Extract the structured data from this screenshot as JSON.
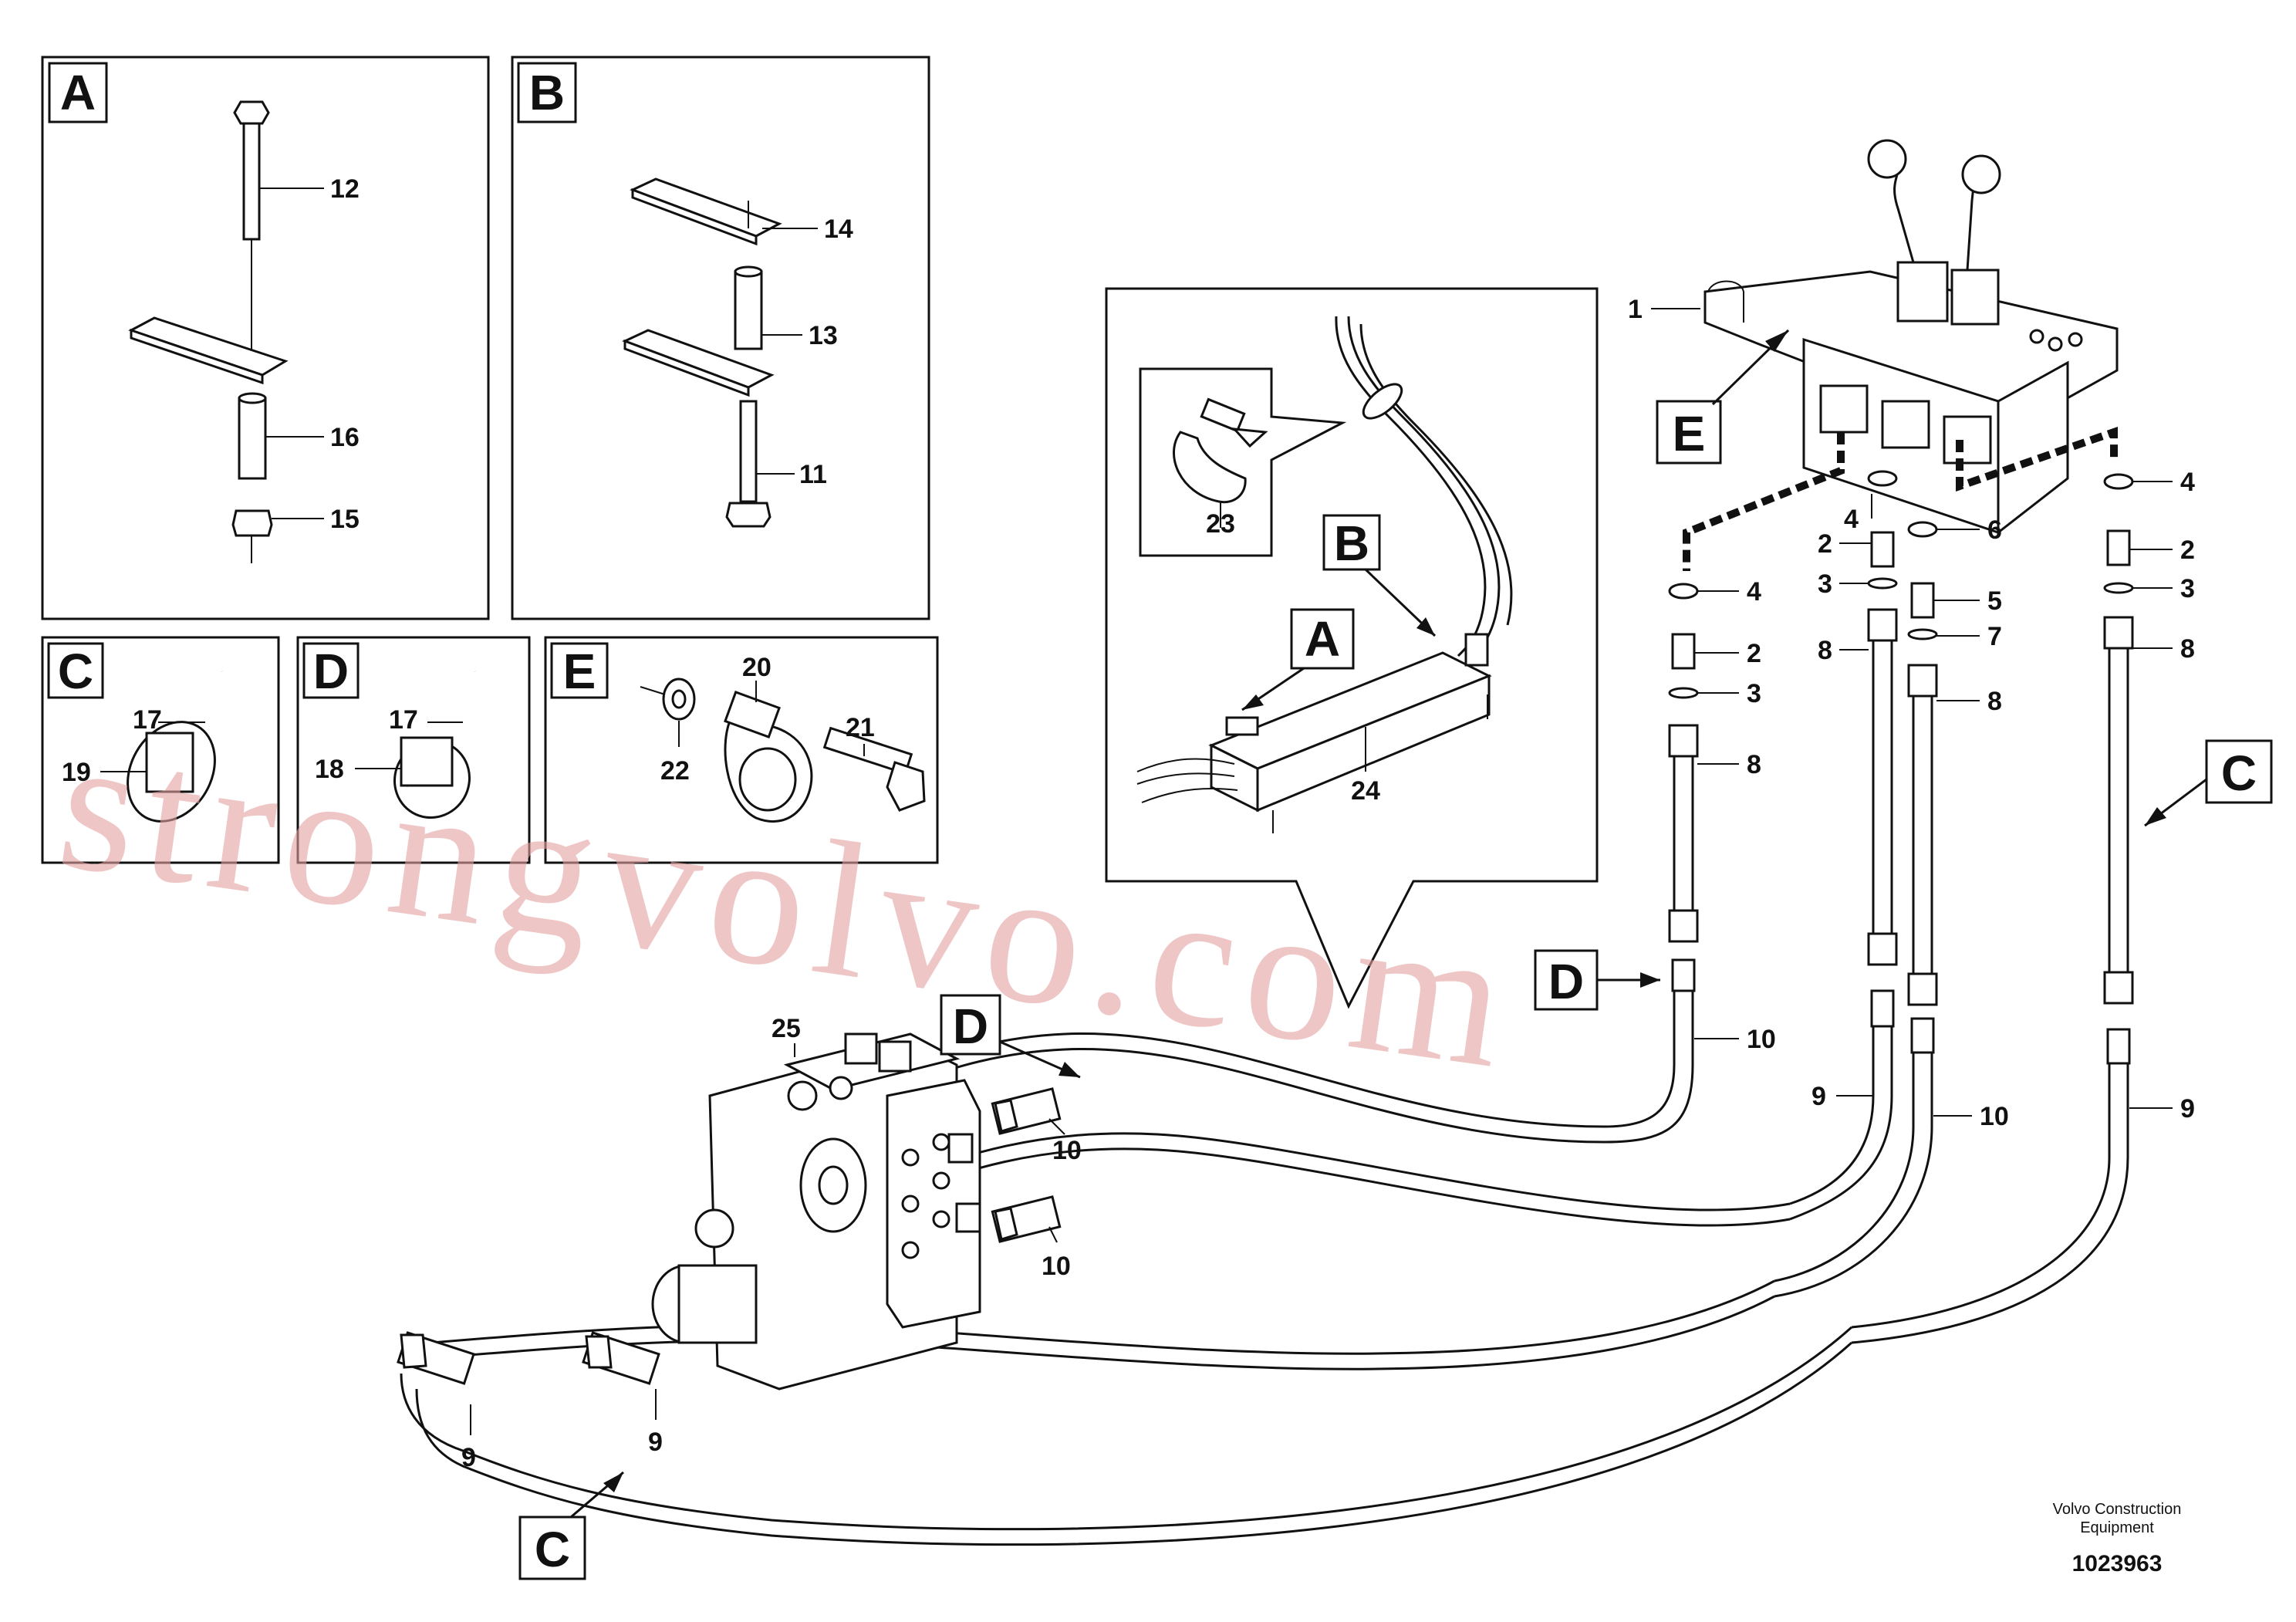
{
  "panels": {
    "A": {
      "letter": "A",
      "labels": [
        "12",
        "16",
        "15"
      ]
    },
    "B": {
      "letter": "B",
      "labels": [
        "14",
        "13",
        "11"
      ]
    },
    "C": {
      "letter": "C",
      "labels": [
        "17",
        "19"
      ]
    },
    "D": {
      "letter": "D",
      "labels": [
        "17",
        "18"
      ]
    },
    "E": {
      "letter": "E",
      "labels": [
        "20",
        "21",
        "22"
      ]
    }
  },
  "callout": {
    "labels": [
      "23",
      "24"
    ],
    "tags": [
      "B",
      "A"
    ]
  },
  "main_tags": {
    "E": "E",
    "D_right": "D",
    "D_left": "D",
    "C_right": "C",
    "C_bottom": "C"
  },
  "part_labels": {
    "p1": "1",
    "p25": "25",
    "left_col": [
      "4",
      "2",
      "3",
      "8",
      "10"
    ],
    "mid_col": [
      "4",
      "2",
      "3",
      "8",
      "9"
    ],
    "col6": [
      "6",
      "5",
      "7",
      "8",
      "10"
    ],
    "right_col": [
      "4",
      "2",
      "3",
      "8",
      "9"
    ],
    "valve": [
      "10",
      "10",
      "9",
      "9"
    ]
  },
  "footer": {
    "credit_line1": "Volvo Construction",
    "credit_line2": "Equipment",
    "doc_number": "1023963"
  },
  "watermark": "strongvolvo.com"
}
